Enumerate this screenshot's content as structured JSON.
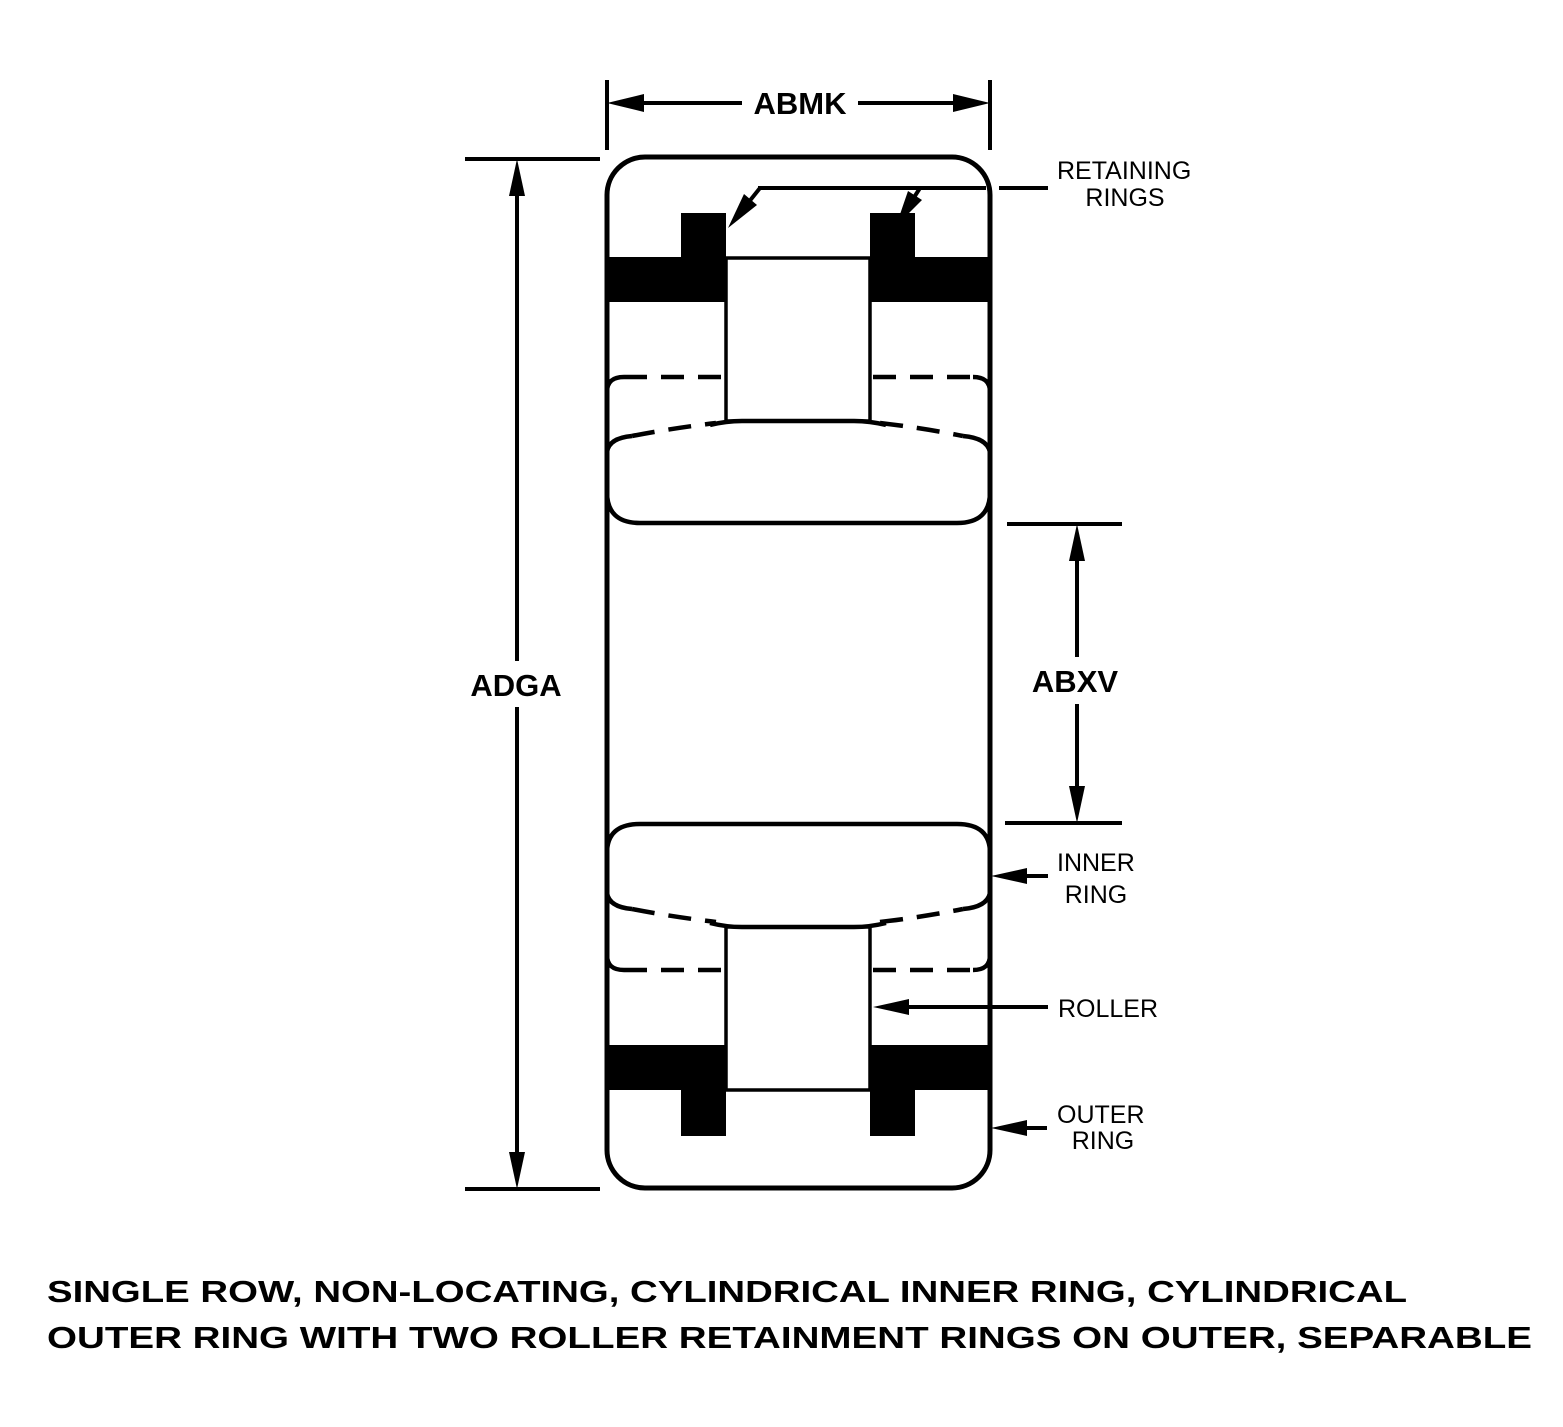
{
  "diagram": {
    "dimensions": {
      "width_label": "ABMK",
      "height_label": "ADGA",
      "bore_label": "ABXV"
    },
    "callouts": {
      "retaining_rings": {
        "line1": "RETAINING",
        "line2": "RINGS"
      },
      "inner_ring": {
        "line1": "INNER",
        "line2": "RING"
      },
      "roller": {
        "label": "ROLLER"
      },
      "outer_ring": {
        "line1": "OUTER",
        "line2": "RING"
      }
    },
    "caption": {
      "line1": "SINGLE ROW, NON-LOCATING, CYLINDRICAL INNER RING, CYLINDRICAL",
      "line2": "OUTER RING WITH TWO ROLLER RETAINMENT RINGS ON OUTER, SEPARABLE"
    },
    "colors": {
      "ink": "#000000",
      "background": "#ffffff"
    }
  }
}
